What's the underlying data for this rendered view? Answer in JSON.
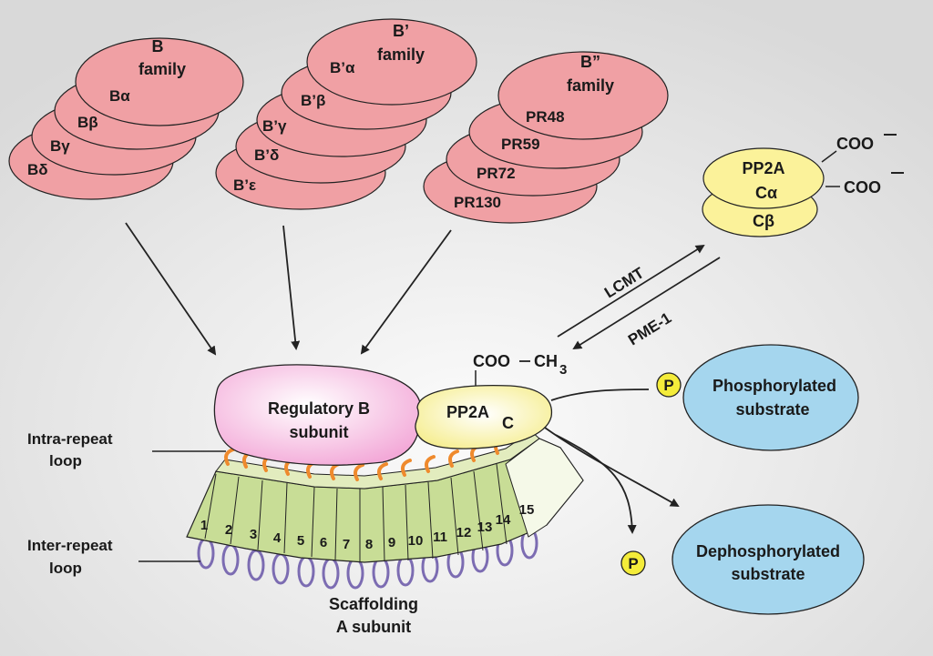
{
  "b_family": {
    "title_line1": "B",
    "title_line2": "family",
    "members": [
      "Bα",
      "Bβ",
      "Bγ",
      "Bδ"
    ]
  },
  "bprime_family": {
    "title_line1": "B’",
    "title_line2": "family",
    "members": [
      "B’α",
      "B’β",
      "B’γ",
      "B’δ",
      "B’ε"
    ]
  },
  "bdouble_family": {
    "title_line1": "B”",
    "title_line2": "family",
    "members": [
      "PR48",
      "PR59",
      "PR72",
      "PR130"
    ]
  },
  "pp2a_free": {
    "title": "PP2A",
    "c_alpha": "Cα",
    "c_beta": "Cβ",
    "coo_top": "COO",
    "coo_side": "COO"
  },
  "enzymes": {
    "lcmt": "LCMT",
    "pme1": "PME-1"
  },
  "methyl": {
    "coo": "COO",
    "ch": "CH",
    "sub": "3"
  },
  "regulatory_b": {
    "line1": "Regulatory B",
    "line2": "subunit"
  },
  "pp2a_c": {
    "main": "PP2A",
    "sub": "C"
  },
  "phosphorylated": {
    "line1": "Phosphorylated",
    "line2": "substrate",
    "p": "P"
  },
  "dephosphorylated": {
    "line1": "Dephosphorylated",
    "line2": "substrate",
    "p": "P"
  },
  "scaffold": {
    "line1": "Scaffolding",
    "line2": "A subunit",
    "repeats": [
      "1",
      "2",
      "3",
      "4",
      "5",
      "6",
      "7",
      "8",
      "9",
      "10",
      "11",
      "12",
      "13",
      "14",
      "15"
    ]
  },
  "loops": {
    "intra_line1": "Intra-repeat",
    "intra_line2": "loop",
    "inter_line1": "Inter-repeat",
    "inter_line2": "loop"
  },
  "colors": {
    "b_pink": "#f0a0a4",
    "reg_b": "#f3a9d8",
    "pp2a_yellow": "#fbf29a",
    "substrate_blue": "#a5d6ee",
    "scaffold_green": "#c8dd96",
    "loop_orange": "#ef8a2d",
    "loop_purple": "#7c6cb2",
    "p_yellow": "#f4ec3a"
  }
}
